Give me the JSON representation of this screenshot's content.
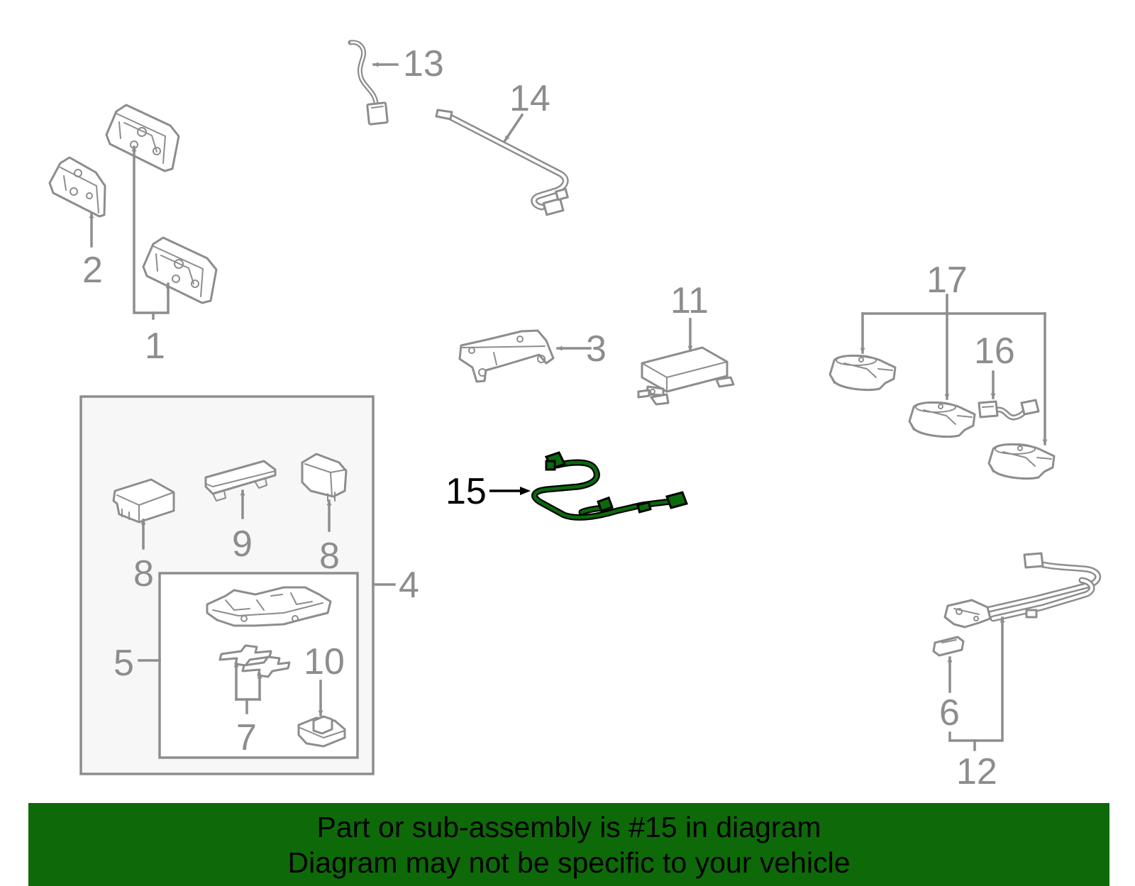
{
  "callouts": {
    "c1": "1",
    "c2": "2",
    "c3": "3",
    "c4": "4",
    "c5": "5",
    "c6": "6",
    "c7": "7",
    "c8a": "8",
    "c8b": "8",
    "c9": "9",
    "c10": "10",
    "c11": "11",
    "c12": "12",
    "c13": "13",
    "c14": "14",
    "c15": "15",
    "c16": "16",
    "c17": "17"
  },
  "highlighted_part": "15",
  "banner": {
    "line1": "Part or sub-assembly is #15 in diagram",
    "line2": "Diagram may not be specific to your vehicle"
  },
  "colors": {
    "banner_bg": "#0e6a08",
    "part_gray": "#8d8d8d",
    "highlight_fill": "#0b6a0b",
    "highlight_outline": "#000000"
  }
}
